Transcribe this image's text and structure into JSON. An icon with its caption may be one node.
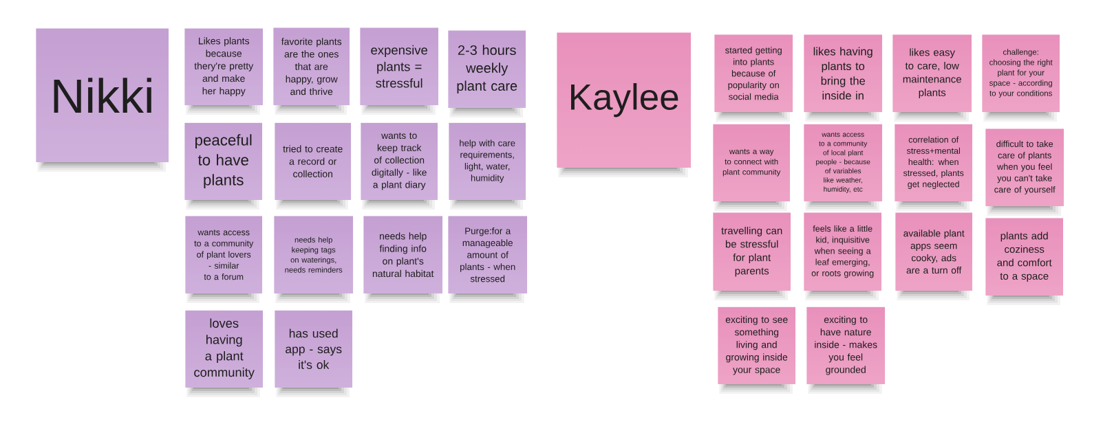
{
  "diagram": {
    "nodes": [
      {
        "text": [
          "Nikki"
        ]
      },
      {
        "text": [
          "Likes plants because thery're pretty and make her happy"
        ]
      },
      {
        "text": [
          "favorite plants are the ones that are happy, grow and thrive"
        ]
      },
      {
        "text": [
          "expensive plants = stressful"
        ]
      },
      {
        "text": [
          "2-3 hours weekly plant care"
        ]
      },
      {
        "text": [
          "peaceful to have plants"
        ]
      },
      {
        "text": [
          "tried to create a record or collection"
        ]
      },
      {
        "text": [
          "wants to keep track of collection digitally - like a plant diary"
        ]
      },
      {
        "text": [
          "help with care requirements, light, water, humidity"
        ]
      },
      {
        "text": [
          "wants access to a community of plant lovers - similar to a forum"
        ]
      },
      {
        "text": [
          "needs help keeping tags on waterings, needs reminders"
        ]
      },
      {
        "text": [
          "needs help finding info on plant's natural habitat"
        ]
      },
      {
        "text": [
          "Purge:for a manageable amount of plants - when stressed"
        ]
      },
      {
        "text": [
          "loves having a plant community"
        ]
      },
      {
        "text": [
          "has used app - says it's ok"
        ]
      },
      {
        "text": [
          "Kaylee"
        ]
      },
      {
        "text": [
          "started getting into plants because of popularity on social media"
        ]
      },
      {
        "text": [
          "likes having plants to bring the inside in"
        ]
      },
      {
        "text": [
          "likes easy to care, low maintenance plants"
        ]
      },
      {
        "text": [
          "challenge: choosing the right plant for your space - according to your conditions"
        ]
      },
      {
        "text": [
          "wants a way to connect with plant community"
        ]
      },
      {
        "text": [
          "wants access to a community of local plant people - because of variables like weather, humidity, etc"
        ]
      },
      {
        "text": [
          "correlation of stress+mental health: when stressed, plants get neglected"
        ]
      },
      {
        "text": [
          "difficult to take care of plants when you feel you can't take care of yourself"
        ]
      },
      {
        "text": [
          "travelling can be stressful for plant parents"
        ]
      },
      {
        "text": [
          "feels like a little kid, inquisitive when seeing a leaf emerging, or roots growing"
        ]
      },
      {
        "text": [
          "available plant apps seem cooky, ads are a turn off"
        ]
      },
      {
        "text": [
          "plants add coziness and comfort to a space"
        ]
      },
      {
        "text": [
          "exciting to see something living and growing inside your space"
        ]
      },
      {
        "text": [
          "exciting to have nature inside - makes you feel grounded"
        ]
      }
    ]
  }
}
